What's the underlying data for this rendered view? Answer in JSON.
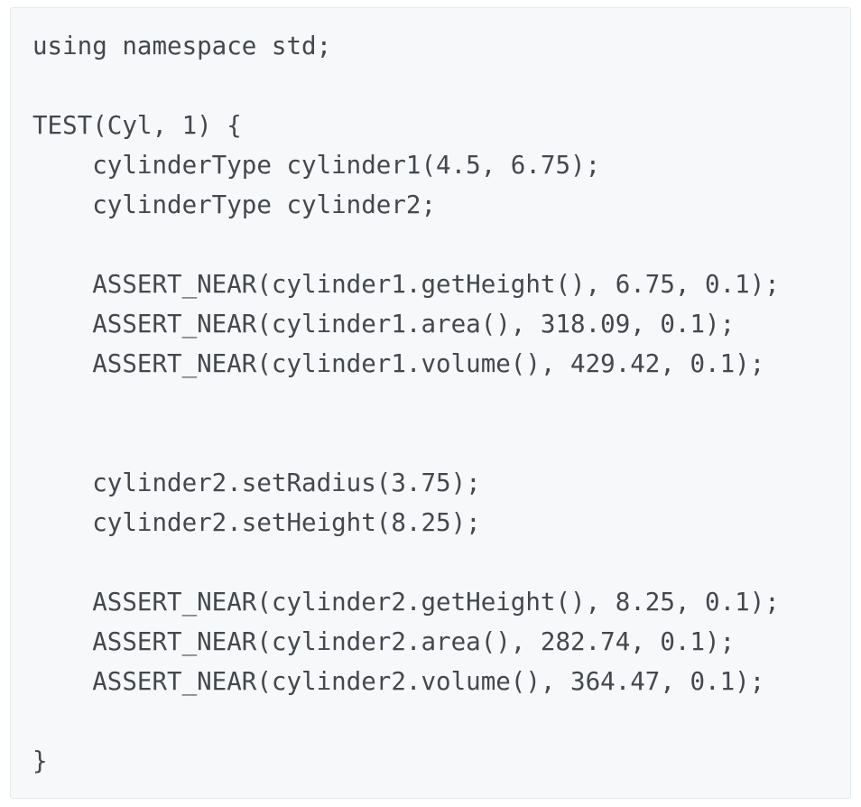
{
  "view": {
    "type": "code-block",
    "language": "cpp",
    "background_color": "#f6f8fa",
    "page_background_color": "#ffffff",
    "border_color": "#e3eaee",
    "text_color": "#44484d"
  },
  "code": {
    "lines": [
      "using namespace std;",
      "",
      "TEST(Cyl, 1) {",
      "    cylinderType cylinder1(4.5, 6.75);",
      "    cylinderType cylinder2;",
      "",
      "    ASSERT_NEAR(cylinder1.getHeight(), 6.75, 0.1);",
      "    ASSERT_NEAR(cylinder1.area(), 318.09, 0.1);",
      "    ASSERT_NEAR(cylinder1.volume(), 429.42, 0.1);",
      "",
      "",
      "    cylinder2.setRadius(3.75);",
      "    cylinder2.setHeight(8.25);",
      "",
      "    ASSERT_NEAR(cylinder2.getHeight(), 8.25, 0.1);",
      "    ASSERT_NEAR(cylinder2.area(), 282.74, 0.1);",
      "    ASSERT_NEAR(cylinder2.volume(), 364.47, 0.1);",
      "",
      "}"
    ]
  }
}
